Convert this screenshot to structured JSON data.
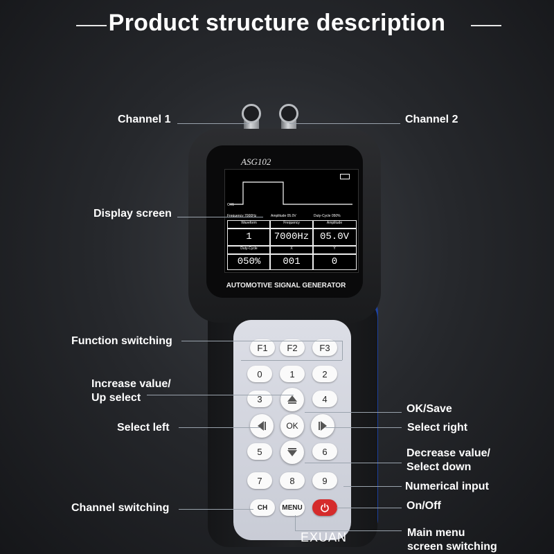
{
  "title": "Product structure description",
  "labels": {
    "channel1": "Channel 1",
    "channel2": "Channel 2",
    "display": "Display screen",
    "function": "Function switching",
    "increase": "Increase value/",
    "increase2": "Up select",
    "left": "Select left",
    "channel_switch": "Channel switching",
    "ok": "OK/Save",
    "right": "Select right",
    "decrease": "Decrease value/",
    "decrease2": "Select down",
    "numeric": "Numerical input",
    "onoff": "On/Off",
    "menu1": "Main menu",
    "menu2": "screen switching"
  },
  "device": {
    "model": "ASG102",
    "subtitle": "AUTOMOTIVE SIGNAL GENERATOR",
    "brand": "EXUAN",
    "screen": {
      "channel": "CH1",
      "status": {
        "frequency": "Frequency 7000Hz",
        "amplitude": "Amplitude 05.0V",
        "duty": "Duty-Cycle 050%"
      },
      "headers": [
        "Waveform",
        "Frequency",
        "Amplitude",
        "Duty-Cycle",
        "X",
        "Y"
      ],
      "values": [
        "1",
        "7000Hz",
        "05.0V",
        "050%",
        "001",
        "0"
      ]
    },
    "keys": {
      "f1": "F1",
      "f2": "F2",
      "f3": "F3",
      "k0": "0",
      "k1": "1",
      "k2": "2",
      "k3": "3",
      "k4": "4",
      "k5": "5",
      "k6": "6",
      "k7": "7",
      "k8": "8",
      "k9": "9",
      "ok": "OK",
      "ch": "CH",
      "menu": "MENU"
    }
  },
  "colors": {
    "grip": "#3b6bd9",
    "power": "#d52b2b",
    "keypad": "#d4d7df"
  }
}
